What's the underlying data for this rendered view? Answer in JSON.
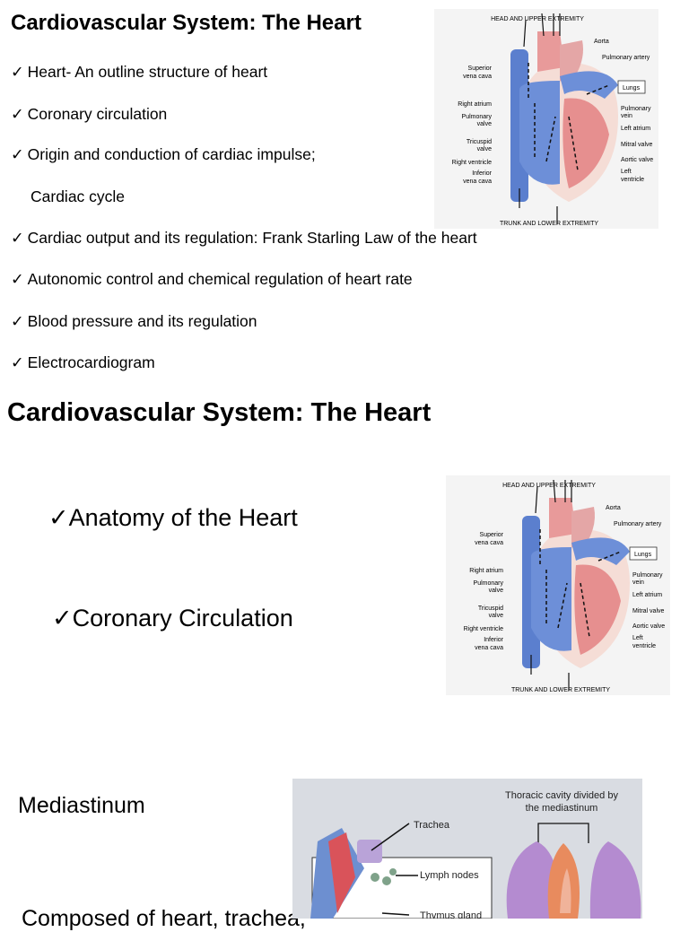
{
  "slide1": {
    "title": "Cardiovascular System: The Heart",
    "check": "✓",
    "bullets": [
      "Heart- An outline structure of heart",
      "Coronary circulation",
      "Origin and conduction of cardiac impulse;",
      "Cardiac output and its regulation: Frank Starling Law of the heart",
      "Autonomic control and chemical regulation of heart rate",
      "Blood pressure and its regulation",
      "Electrocardiogram"
    ],
    "continuation": "Cardiac cycle"
  },
  "heart_diagram_labels": {
    "top": "HEAD AND UPPER EXTREMITY",
    "bottom": "TRUNK AND LOWER EXTREMITY",
    "aorta": "Aorta",
    "pulmonary_artery": "Pulmonary artery",
    "lungs": "Lungs",
    "svc_1": "Superior",
    "svc_2": "vena cava",
    "right_atrium": "Right atrium",
    "pulm_valve_1": "Pulmonary",
    "pulm_valve_2": "valve",
    "tricuspid_1": "Tricuspid",
    "tricuspid_2": "valve",
    "right_ventricle": "Right ventricle",
    "ivc_1": "Inferior",
    "ivc_2": "vena cava",
    "pulm_vein_1": "Pulmonary",
    "pulm_vein_2": "vein",
    "left_atrium": "Left atrium",
    "mitral": "Mitral valve",
    "aortic": "Aortic valve",
    "lv_1": "Left",
    "lv_2": "ventricle"
  },
  "slide2": {
    "title": "Cardiovascular System: The Heart",
    "bullets": [
      "Anatomy of the Heart",
      "Coronary Circulation"
    ],
    "check": "✓"
  },
  "slide3": {
    "heading": "Mediastinum",
    "cutoff_text": "Composed of heart, trachea,",
    "photo_caption_1": "Thoracic cavity divided by",
    "photo_caption_2": "the mediastinum",
    "trachea": "Trachea",
    "lymph_nodes": "Lymph nodes",
    "thymus": "Thymus gland"
  }
}
